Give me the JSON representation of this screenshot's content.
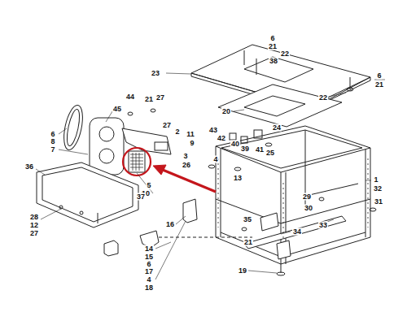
{
  "diagram": {
    "labels": [
      "6",
      "21",
      "22",
      "38",
      "23",
      "6",
      "21",
      "22",
      "20",
      "44",
      "21",
      "27",
      "45",
      "27",
      "2",
      "11",
      "9",
      "3",
      "4",
      "26",
      "24",
      "43",
      "42",
      "40",
      "39",
      "41",
      "25",
      "6",
      "8",
      "7",
      "5",
      "10",
      "36",
      "37",
      "13",
      "1",
      "32",
      "31",
      "29",
      "30",
      "28",
      "12",
      "27",
      "16",
      "35",
      "33",
      "34",
      "21",
      "14",
      "15",
      "6",
      "17",
      "4",
      "18",
      "19"
    ]
  }
}
